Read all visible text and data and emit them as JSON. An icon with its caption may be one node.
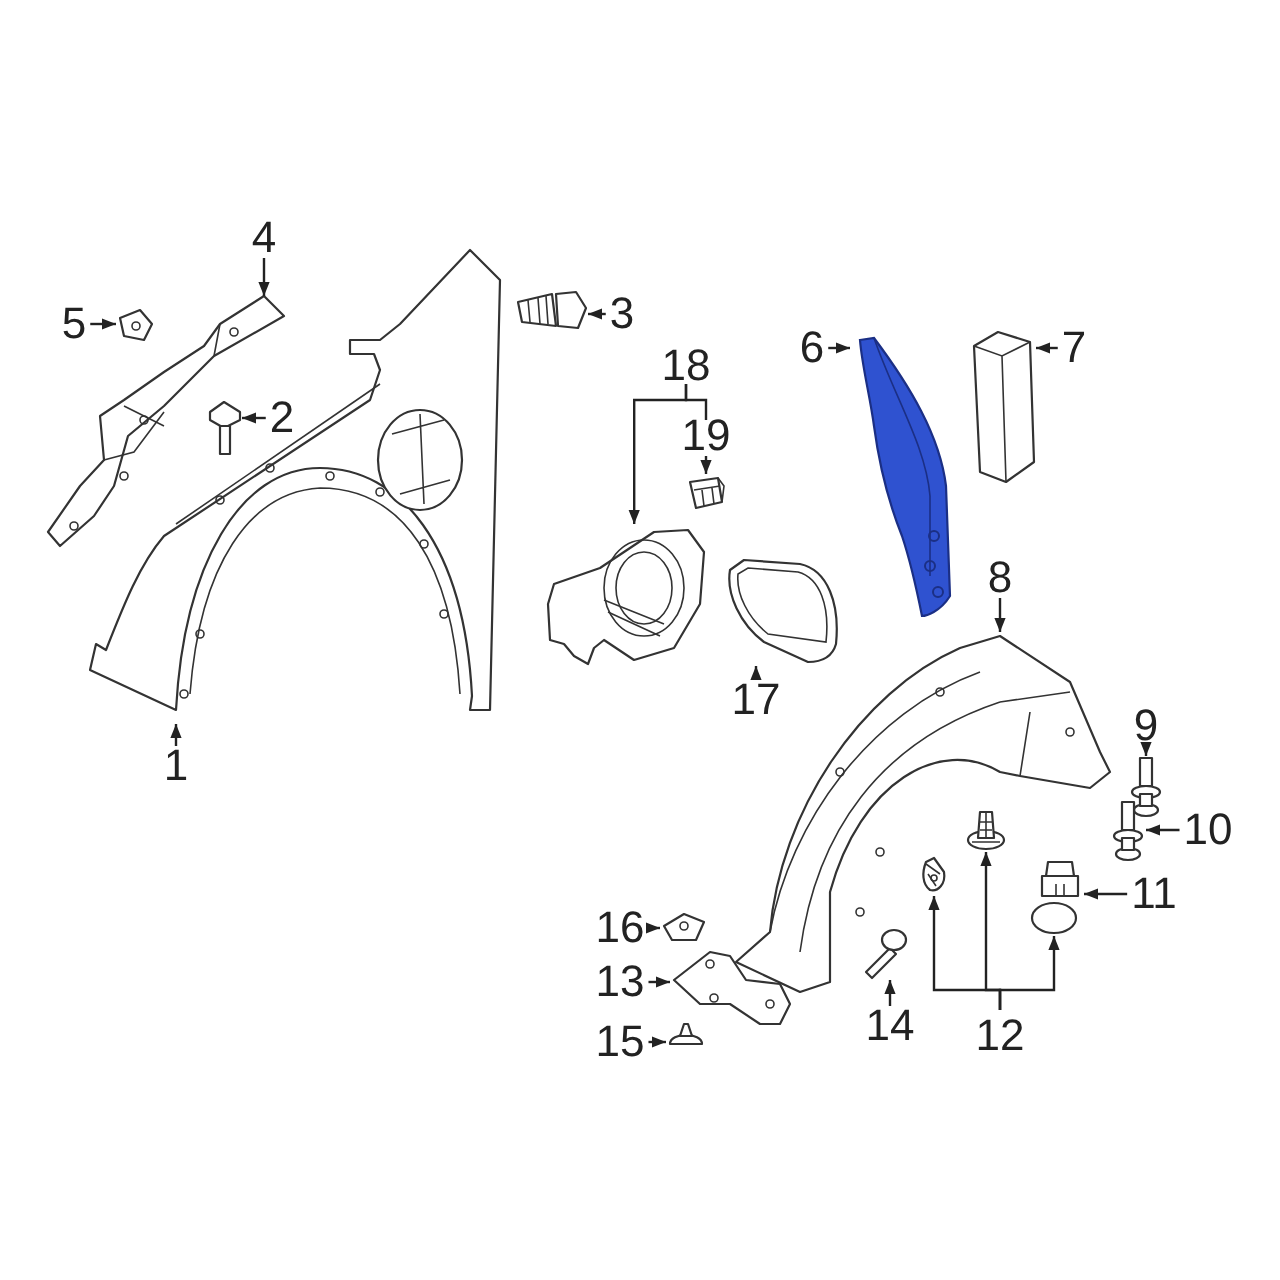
{
  "diagram": {
    "nodes": [
      {
        "text": [
          "1"
        ]
      },
      {
        "text": [
          "2"
        ]
      },
      {
        "text": [
          "3"
        ]
      },
      {
        "text": [
          "4"
        ]
      },
      {
        "text": [
          "5"
        ]
      },
      {
        "text": [
          "6"
        ]
      },
      {
        "text": [
          "7"
        ]
      },
      {
        "text": [
          "8"
        ]
      },
      {
        "text": [
          "9"
        ]
      },
      {
        "text": [
          "10"
        ]
      },
      {
        "text": [
          "11"
        ]
      },
      {
        "text": [
          "12"
        ]
      },
      {
        "text": [
          "13"
        ]
      },
      {
        "text": [
          "14"
        ]
      },
      {
        "text": [
          "15"
        ]
      },
      {
        "text": [
          "16"
        ]
      },
      {
        "text": [
          "17"
        ]
      },
      {
        "text": [
          "18"
        ]
      },
      {
        "text": [
          "19"
        ]
      },
      {
        "text": [],
        "shape": "picture"
      },
      {
        "text": [],
        "shape": "picture"
      },
      {
        "text": [],
        "shape": "picture"
      },
      {
        "text": [],
        "shape": "picture"
      },
      {
        "text": [],
        "shape": "picture"
      },
      {
        "text": [],
        "shape": "picture"
      },
      {
        "text": [],
        "shape": "picture"
      },
      {
        "text": [],
        "shape": "picture"
      },
      {
        "text": [],
        "shape": "picture"
      },
      {
        "text": [],
        "shape": "picture"
      },
      {
        "text": [],
        "shape": "picture"
      },
      {
        "text": [],
        "shape": "picture"
      },
      {
        "text": [],
        "shape": "picture"
      },
      {
        "text": [],
        "shape": "picture"
      },
      {
        "text": [],
        "shape": "picture"
      },
      {
        "text": [],
        "shape": "circle"
      },
      {
        "text": [],
        "shape": "picture"
      },
      {
        "text": [],
        "shape": "picture"
      },
      {
        "text": [],
        "shape": "picture"
      },
      {
        "text": [],
        "shape": "picture"
      },
      {
        "text": [],
        "shape": "picture"
      }
    ],
    "edges": [
      {
        "from": 0,
        "to": 19,
        "arrow": "to"
      },
      {
        "from": 1,
        "to": 22,
        "arrow": "to"
      },
      {
        "from": 2,
        "to": 23,
        "arrow": "to"
      },
      {
        "from": 3,
        "to": 20,
        "arrow": "to"
      },
      {
        "from": 4,
        "to": 21,
        "arrow": "to"
      },
      {
        "from": 5,
        "to": 26,
        "arrow": "to"
      },
      {
        "from": 6,
        "to": 27,
        "arrow": "to"
      },
      {
        "from": 7,
        "to": 28,
        "arrow": "to"
      },
      {
        "from": 8,
        "to": 29,
        "arrow": "to"
      },
      {
        "from": 9,
        "to": 30,
        "arrow": "to"
      },
      {
        "from": 10,
        "to": 31,
        "arrow": "to"
      },
      {
        "from": 11,
        "to": 32,
        "arrow": "to"
      },
      {
        "from": 11,
        "to": 33,
        "arrow": "to"
      },
      {
        "from": 11,
        "to": 34,
        "arrow": "to"
      },
      {
        "from": 12,
        "to": 35,
        "arrow": "to"
      },
      {
        "from": 13,
        "to": 36,
        "arrow": "to"
      },
      {
        "from": 14,
        "to": 37,
        "arrow": "to"
      },
      {
        "from": 15,
        "to": 38,
        "arrow": "to"
      },
      {
        "from": 16,
        "to": 39,
        "arrow": "to"
      },
      {
        "from": 17,
        "to": 24,
        "arrow": "to"
      },
      {
        "from": 17,
        "to": 18,
        "arrow": "none"
      },
      {
        "from": 18,
        "to": 25,
        "arrow": "to"
      }
    ]
  }
}
